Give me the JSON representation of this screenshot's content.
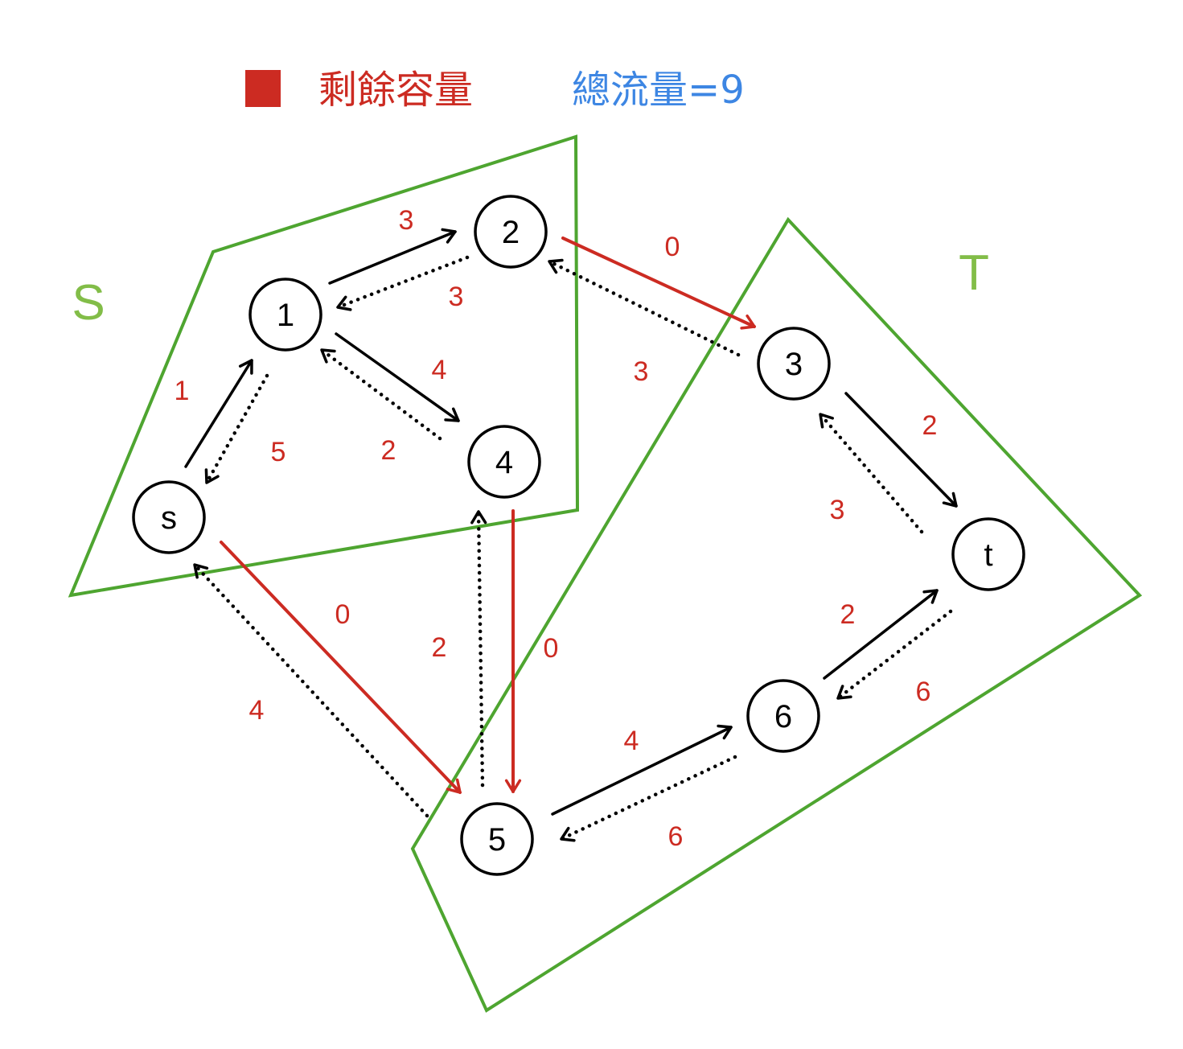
{
  "legend": {
    "swatch_color": "#cc2b22",
    "label": "剩餘容量",
    "total_flow": "總流量=9",
    "total_flow_color": "#3d86e3"
  },
  "colors": {
    "cut_edge": "#cc2b22",
    "capacity_label": "#cc2b22",
    "partition": "#4ea530",
    "partition_label": "#82bd48",
    "edge": "#000000"
  },
  "partitions": [
    {
      "id": "S",
      "label": "S"
    },
    {
      "id": "T",
      "label": "T"
    }
  ],
  "nodes": [
    {
      "id": "s",
      "label": "s"
    },
    {
      "id": "1",
      "label": "1"
    },
    {
      "id": "2",
      "label": "2"
    },
    {
      "id": "3",
      "label": "3"
    },
    {
      "id": "4",
      "label": "4"
    },
    {
      "id": "5",
      "label": "5"
    },
    {
      "id": "6",
      "label": "6"
    },
    {
      "id": "t",
      "label": "t"
    }
  ],
  "edges": [
    {
      "id": "s-1",
      "from": "s",
      "to": "1",
      "style": "solid",
      "residual": "1"
    },
    {
      "id": "1-s",
      "from": "1",
      "to": "s",
      "style": "dotted",
      "residual": "5"
    },
    {
      "id": "1-2",
      "from": "1",
      "to": "2",
      "style": "solid",
      "residual": "3"
    },
    {
      "id": "2-1",
      "from": "2",
      "to": "1",
      "style": "dotted",
      "residual": "3"
    },
    {
      "id": "1-4",
      "from": "1",
      "to": "4",
      "style": "solid",
      "residual": "4"
    },
    {
      "id": "4-1",
      "from": "4",
      "to": "1",
      "style": "dotted",
      "residual": "2"
    },
    {
      "id": "2-3",
      "from": "2",
      "to": "3",
      "style": "cut",
      "residual": "0"
    },
    {
      "id": "3-2",
      "from": "3",
      "to": "2",
      "style": "dotted",
      "residual": "3"
    },
    {
      "id": "s-5",
      "from": "s",
      "to": "5",
      "style": "cut",
      "residual": "0"
    },
    {
      "id": "5-s",
      "from": "5",
      "to": "s",
      "style": "dotted",
      "residual": "4"
    },
    {
      "id": "4-5",
      "from": "4",
      "to": "5",
      "style": "cut",
      "residual": "0"
    },
    {
      "id": "5-4",
      "from": "5",
      "to": "4",
      "style": "dotted",
      "residual": "2"
    },
    {
      "id": "3-t",
      "from": "3",
      "to": "t",
      "style": "solid",
      "residual": "2"
    },
    {
      "id": "t-3",
      "from": "t",
      "to": "3",
      "style": "dotted",
      "residual": "3"
    },
    {
      "id": "5-6",
      "from": "5",
      "to": "6",
      "style": "solid",
      "residual": "4"
    },
    {
      "id": "6-5",
      "from": "6",
      "to": "5",
      "style": "dotted",
      "residual": "6"
    },
    {
      "id": "6-t",
      "from": "6",
      "to": "t",
      "style": "solid",
      "residual": "2"
    },
    {
      "id": "t-6",
      "from": "t",
      "to": "6",
      "style": "dotted",
      "residual": "6"
    }
  ]
}
